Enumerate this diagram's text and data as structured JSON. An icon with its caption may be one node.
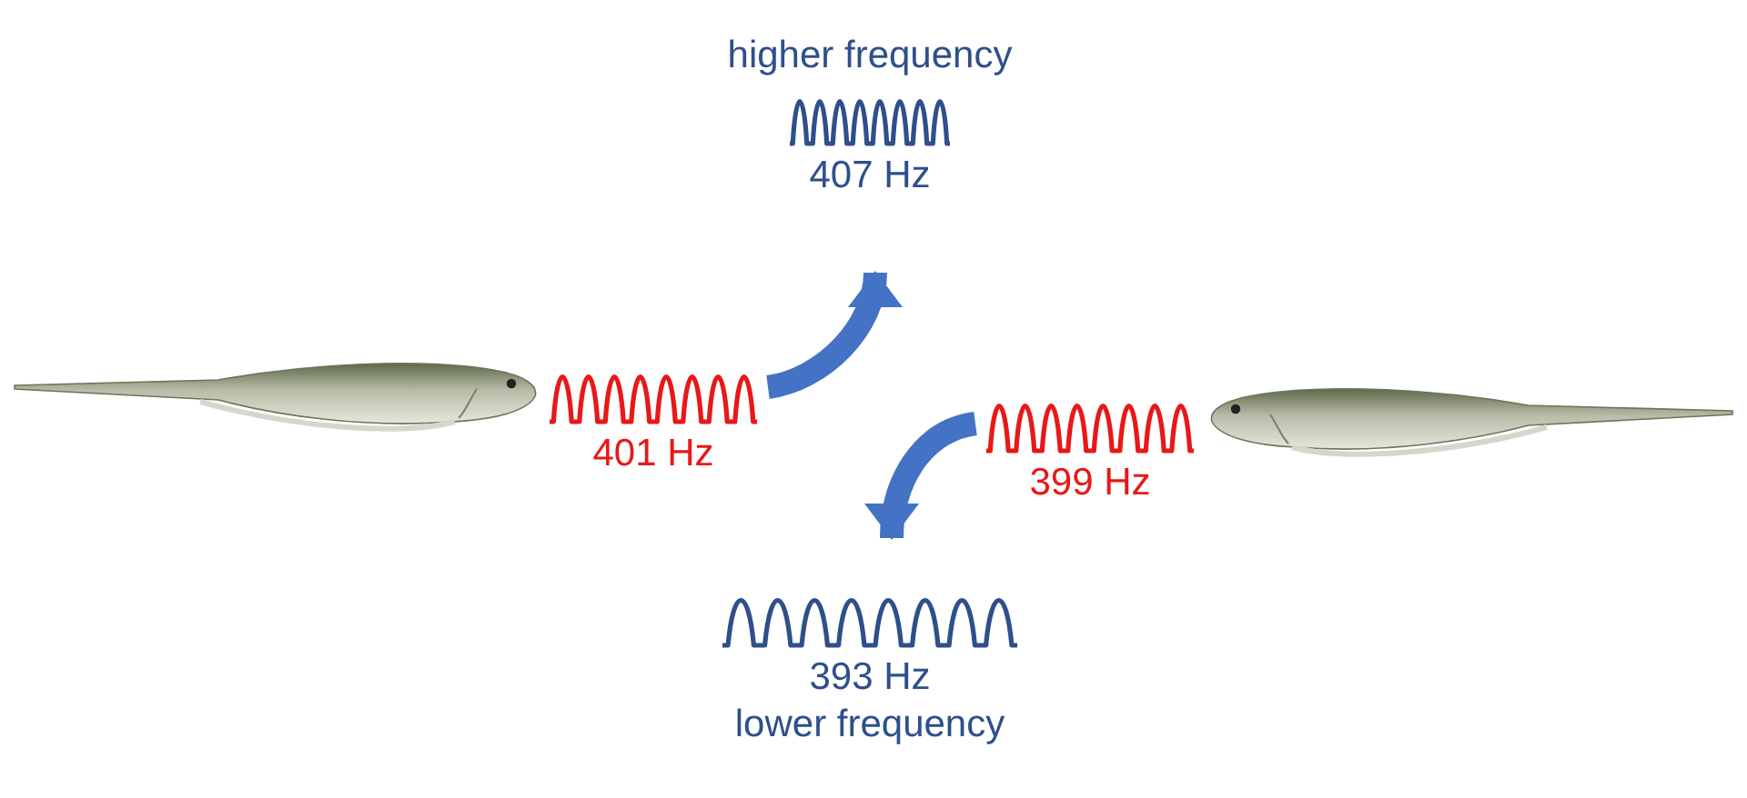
{
  "diagram": {
    "nodes": [
      {
        "text": [
          "401 Hz"
        ]
      },
      {
        "text": [
          "higher frequency",
          "407 Hz"
        ]
      },
      {
        "text": [
          "399 Hz"
        ]
      },
      {
        "text": [
          "393 Hz",
          "lower frequency"
        ]
      }
    ],
    "edges": [
      {
        "from": 0,
        "to": 1,
        "arrow": "to"
      },
      {
        "from": 2,
        "to": 3,
        "arrow": "to"
      }
    ]
  }
}
